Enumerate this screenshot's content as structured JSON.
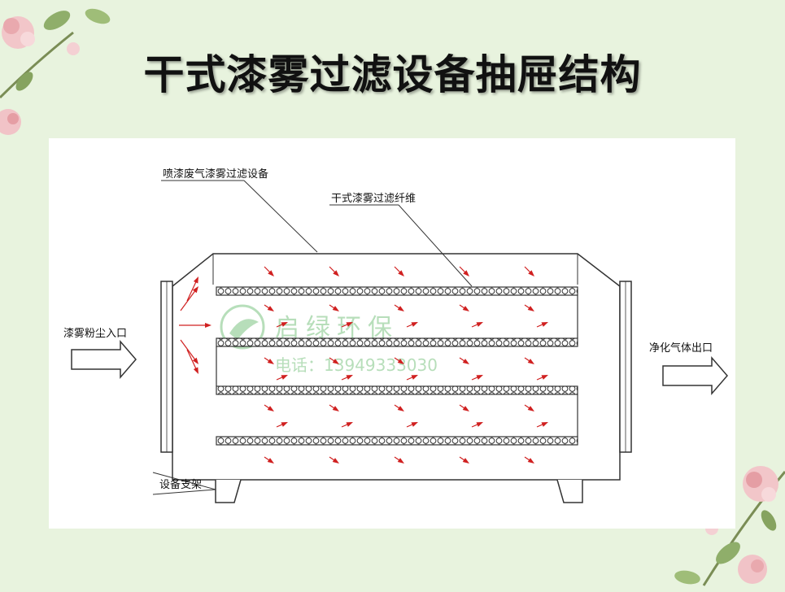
{
  "slide": {
    "title": "干式漆雾过滤设备抽屉结构"
  },
  "diagram": {
    "labels": {
      "equipment": "喷漆废气漆雾过滤设备",
      "fiber": "干式漆雾过滤纤维",
      "inlet": "漆雾粉尘入口",
      "outlet": "净化气体出口",
      "support": "设备支架"
    },
    "watermark": {
      "brand": "启绿环保",
      "phone": "电话：13949333030"
    }
  },
  "colors": {
    "background": "#e8f3de",
    "line": "#333333",
    "flow_arrow": "#d02020",
    "filter_fill": "#ffffff",
    "watermark": "#9fd4a4"
  }
}
